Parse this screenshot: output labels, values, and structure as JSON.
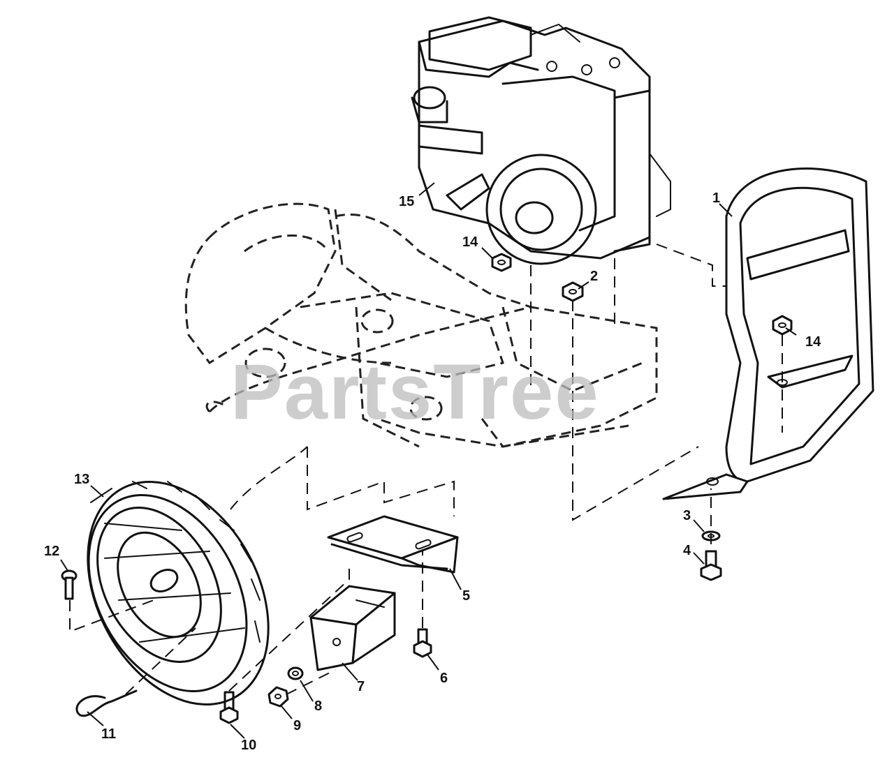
{
  "watermark": "PartsTree",
  "callouts": [
    "1",
    "2",
    "3",
    "4",
    "5",
    "6",
    "7",
    "8",
    "9",
    "10",
    "11",
    "12",
    "13",
    "14",
    "14",
    "15"
  ]
}
